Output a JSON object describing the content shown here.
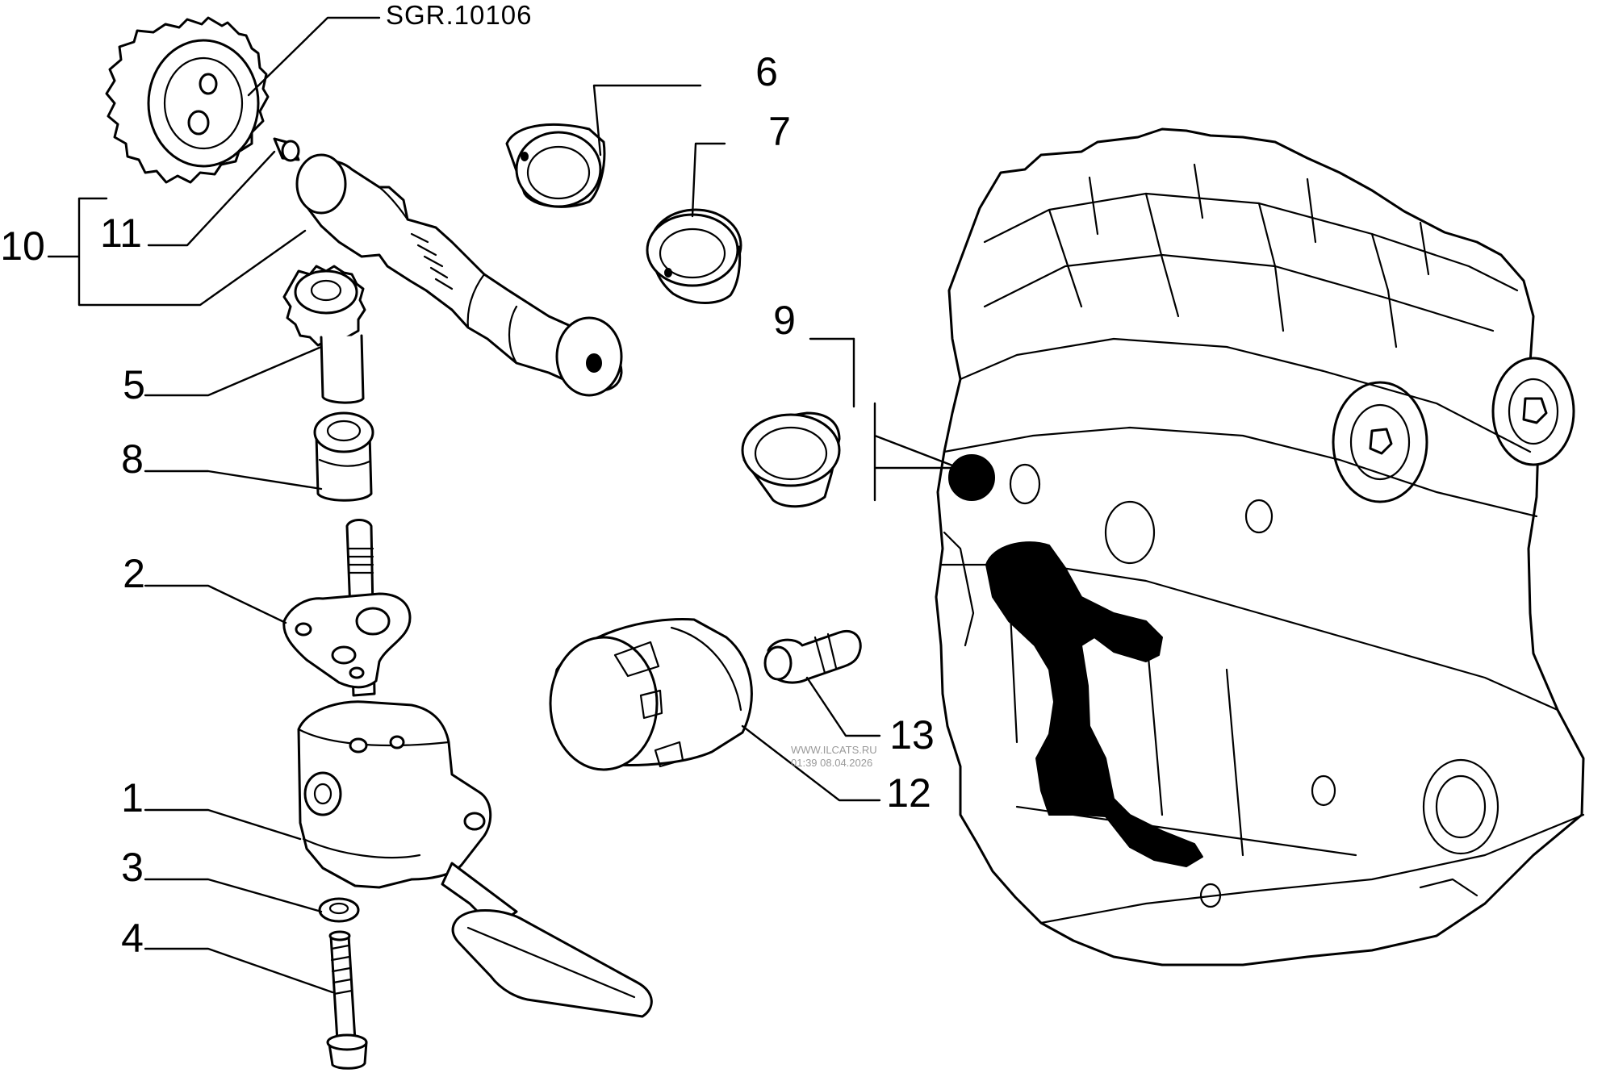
{
  "diagram": {
    "reference_code": "SGR.10106",
    "callouts": {
      "c1": "1",
      "c2": "2",
      "c3": "3",
      "c4": "4",
      "c5": "5",
      "c6": "6",
      "c7": "7",
      "c8": "8",
      "c9": "9",
      "c10": "10",
      "c11": "11",
      "c12": "12",
      "c13": "13"
    },
    "watermark": {
      "line1": "WWW.ILCATS.RU",
      "line2": "01:39 08.04.2026"
    },
    "colors": {
      "line": "#000000",
      "background": "#ffffff",
      "watermark": "#9a9a9a"
    }
  }
}
